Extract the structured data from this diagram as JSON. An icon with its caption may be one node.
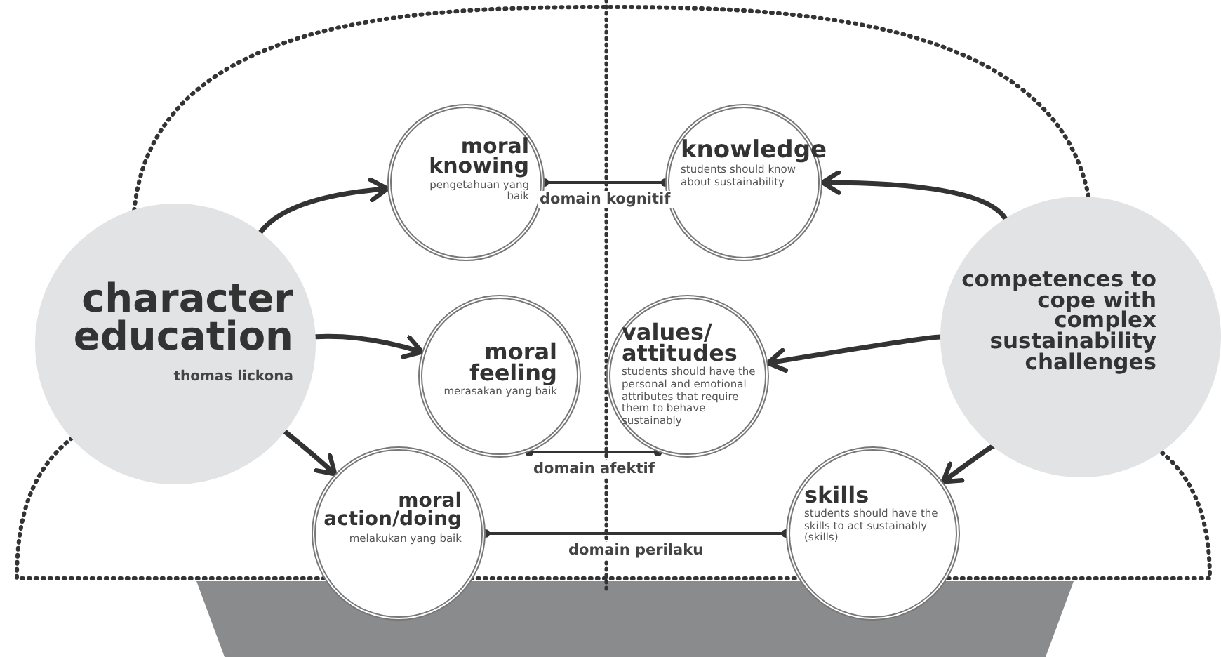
{
  "diagram": {
    "nodes": [
      {
        "text": [
          "character education",
          "thomas lickona"
        ]
      },
      {
        "text": [
          "moral knowing",
          "pengetahuan yang baik"
        ]
      },
      {
        "text": [
          "knowledge",
          "students should know about sustainability"
        ]
      },
      {
        "text": [
          "moral feeling",
          "merasakan yang baik"
        ]
      },
      {
        "text": [
          "values/ attitudes",
          "students should have the personal and emotional attributes that require them to behave sustainably"
        ]
      },
      {
        "text": [
          "competences to cope with complex sustainability challenges"
        ]
      },
      {
        "text": [
          "moral action/doing",
          "melakukan yang baik"
        ]
      },
      {
        "text": [
          "skills",
          "students should have the skills to act sustainably (skills)"
        ]
      }
    ],
    "edges": [
      {
        "from": 0,
        "to": 1,
        "arrow": "to"
      },
      {
        "from": 0,
        "to": 3,
        "arrow": "to"
      },
      {
        "from": 0,
        "to": 6,
        "arrow": "to"
      },
      {
        "from": 5,
        "to": 2,
        "arrow": "to"
      },
      {
        "from": 5,
        "to": 4,
        "arrow": "to"
      },
      {
        "from": 5,
        "to": 7,
        "arrow": "to"
      },
      {
        "from": 1,
        "to": 2,
        "arrow": "other",
        "label": "domain kognitif"
      },
      {
        "from": 3,
        "to": 4,
        "arrow": "other",
        "label": "domain afektif"
      },
      {
        "from": 6,
        "to": 7,
        "arrow": "other",
        "label": "domain perilaku"
      }
    ]
  }
}
